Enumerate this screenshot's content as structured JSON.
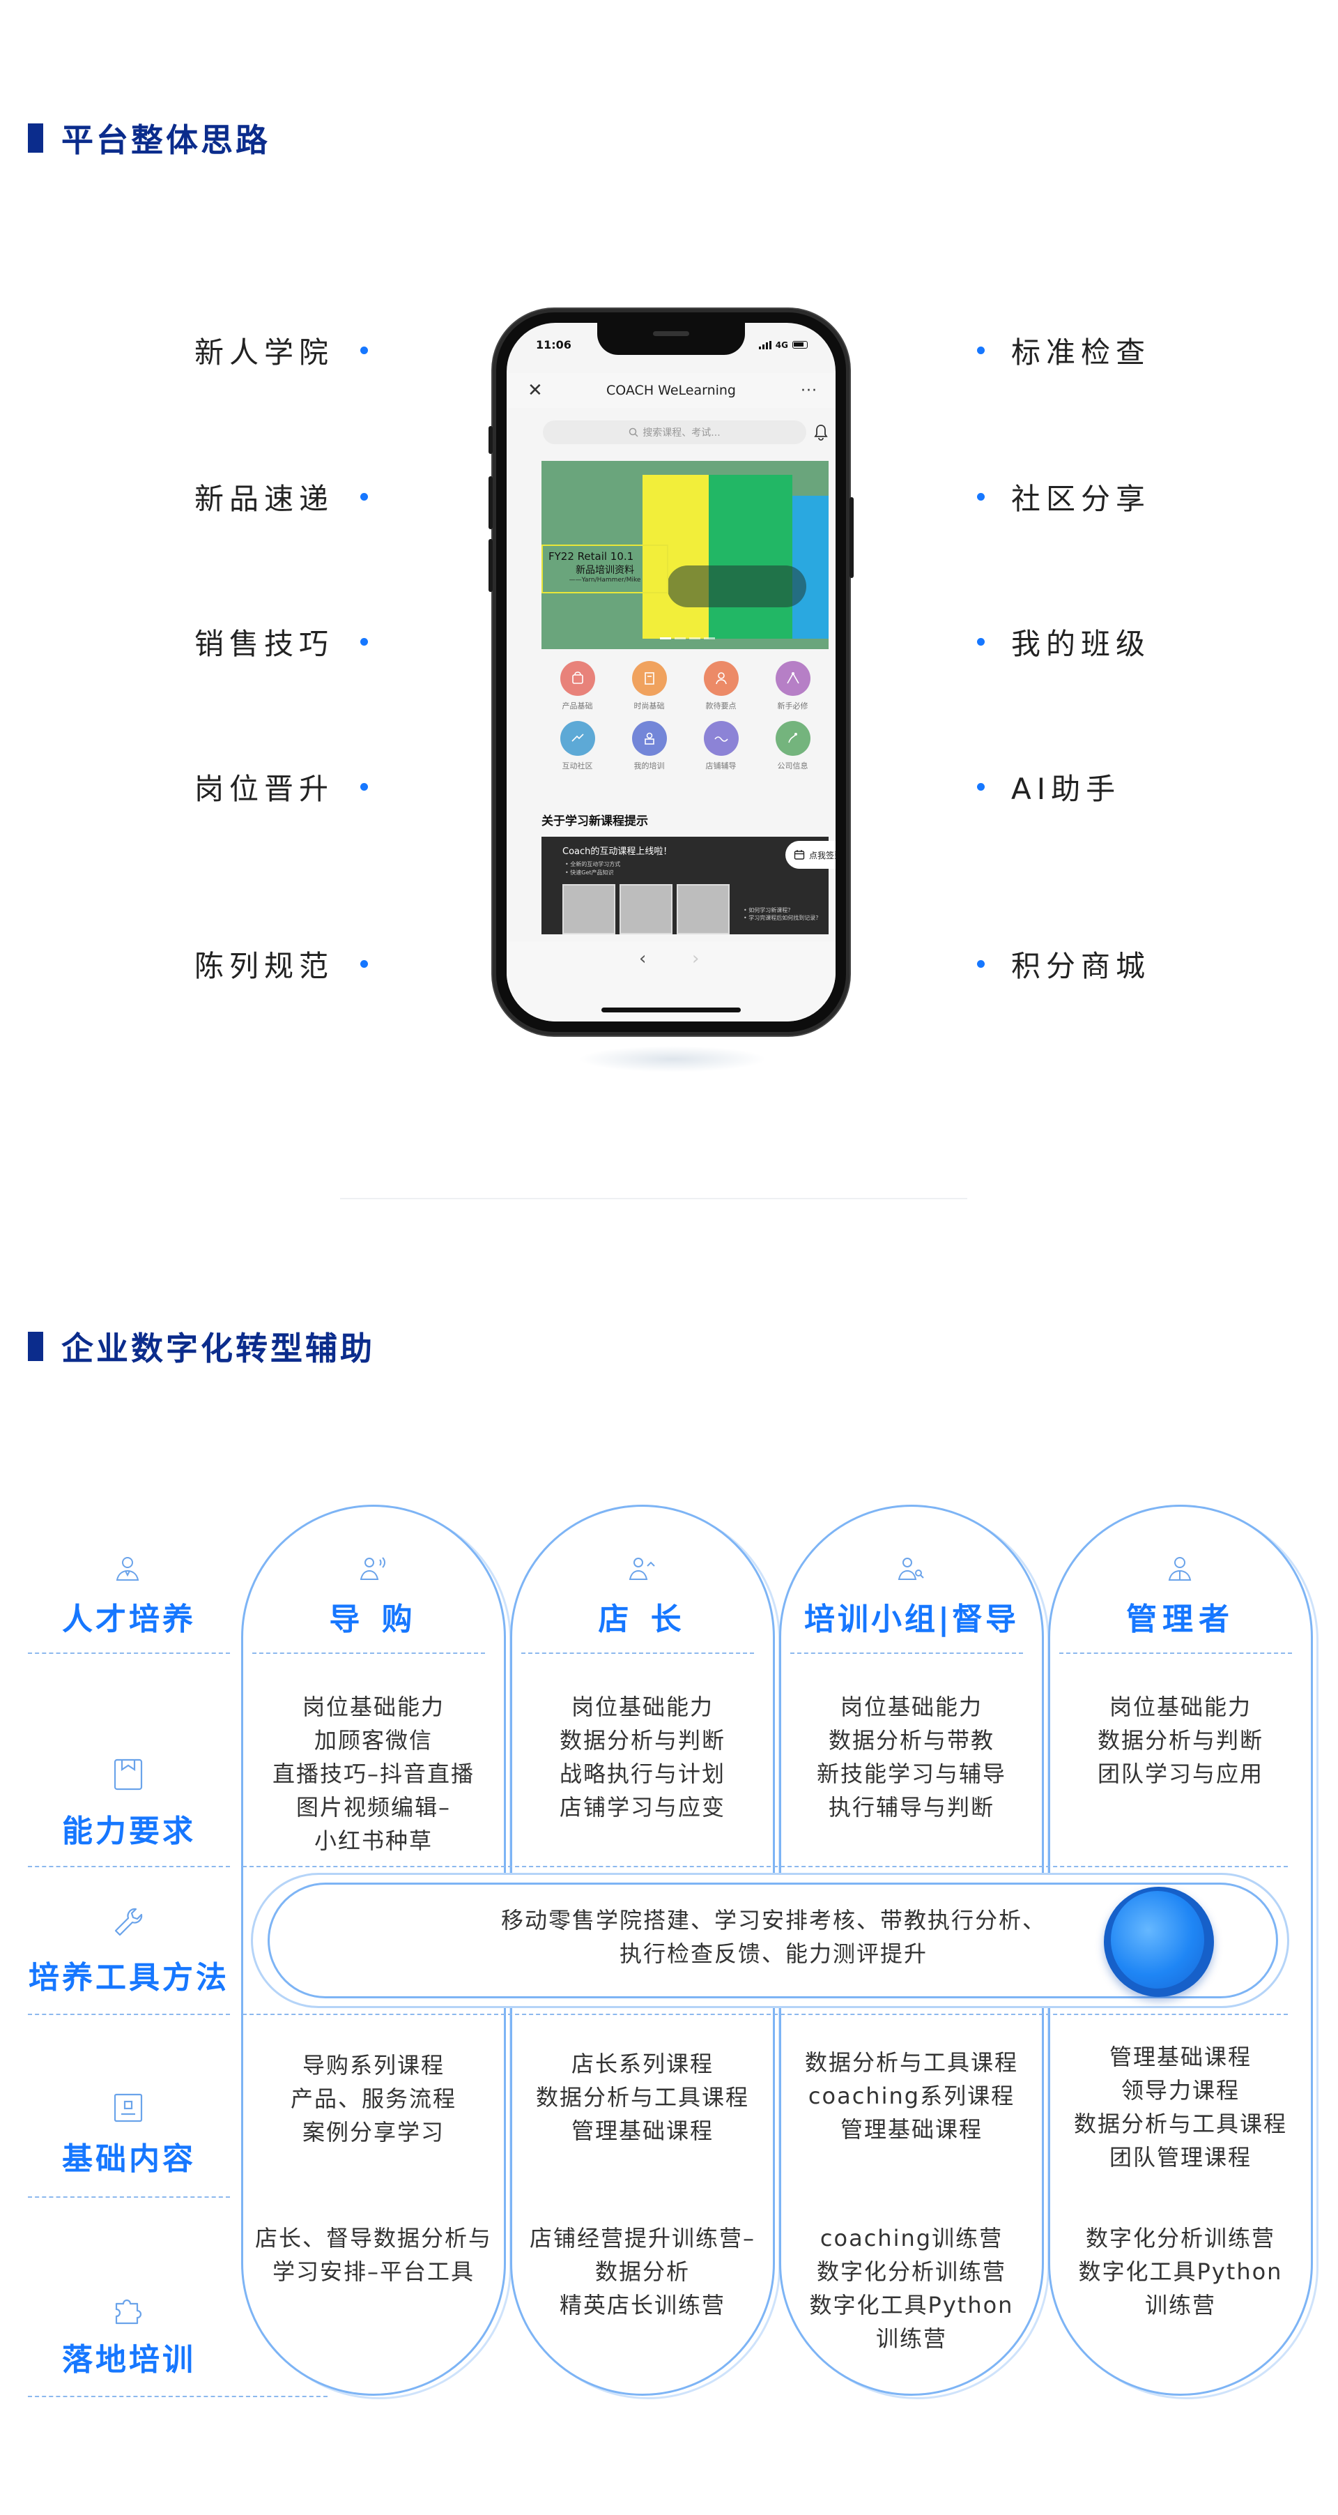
{
  "section1": {
    "title": "平台整体思路",
    "left_features": [
      "新人学院",
      "新品速递",
      "销售技巧",
      "岗位晋升",
      "陈列规范"
    ],
    "right_features": [
      "标准检查",
      "社区分享",
      "我的班级",
      "AI助手",
      "积分商城"
    ]
  },
  "phone": {
    "time": "11:06",
    "network": "4G",
    "app_title": "COACH WeLearning",
    "close_icon": "close-icon",
    "more_icon": "more-icon",
    "search_placeholder": "搜索课程、考试...",
    "banner_line1": "FY22 Retail 10.1",
    "banner_line2": "新品培训资料",
    "banner_line3": "——Yarn/Hammer/Mike",
    "grid_items": [
      {
        "label": "产品基础",
        "color": "#e8827a",
        "icon": "product-icon"
      },
      {
        "label": "时尚基础",
        "color": "#f0a25e",
        "icon": "fashion-icon"
      },
      {
        "label": "款待要点",
        "color": "#ec8a67",
        "icon": "hospitality-icon"
      },
      {
        "label": "新手必修",
        "color": "#b67fc6",
        "icon": "newbie-icon"
      },
      {
        "label": "互动社区",
        "color": "#5da9d6",
        "icon": "community-icon"
      },
      {
        "label": "我的培训",
        "color": "#7386d8",
        "icon": "training-icon"
      },
      {
        "label": "店铺辅导",
        "color": "#8c83d6",
        "icon": "coaching-icon"
      },
      {
        "label": "公司信息",
        "color": "#74b47d",
        "icon": "company-icon"
      }
    ],
    "notice_title": "关于学习新课程提示",
    "promo_title": "Coach的互动课程上线啦！",
    "promo_bullets": [
      "• 全新的互动学习方式",
      "• 快速Get产品知识"
    ],
    "promo_right": [
      "• 如何学习新课程？",
      "• 学习完课程后如何找到记录？"
    ],
    "checkin_label": "点我签到"
  },
  "section2": {
    "title": "企业数字化转型辅助",
    "row_labels": {
      "talent": "人才培养",
      "ability": "能力要求",
      "tools": "培养工具方法",
      "content": "基础内容",
      "landing": "落地培训"
    },
    "columns": [
      {
        "title": "导 购",
        "ability": [
          "岗位基础能力",
          "加顾客微信",
          "直播技巧–抖音直播",
          "图片视频编辑–",
          "小红书种草"
        ],
        "content": [
          "导购系列课程",
          "产品、服务流程",
          "案例分享学习"
        ],
        "landing": [
          "店长、督导数据分析与",
          "学习安排–平台工具"
        ]
      },
      {
        "title": "店 长",
        "ability": [
          "岗位基础能力",
          "数据分析与判断",
          "战略执行与计划",
          "店铺学习与应变"
        ],
        "content": [
          "店长系列课程",
          "数据分析与工具课程",
          "管理基础课程"
        ],
        "landing": [
          "店铺经营提升训练营–",
          "数据分析",
          "精英店长训练营"
        ]
      },
      {
        "title": "培训小组|督导",
        "ability": [
          "岗位基础能力",
          "数据分析与带教",
          "新技能学习与辅导",
          "执行辅导与判断"
        ],
        "content": [
          "数据分析与工具课程",
          "coaching系列课程",
          "管理基础课程"
        ],
        "landing": [
          "coaching训练营",
          "数字化分析训练营",
          "数字化工具Python",
          "训练营"
        ]
      },
      {
        "title": "管理者",
        "ability": [
          "岗位基础能力",
          "数据分析与判断",
          "团队学习与应用"
        ],
        "content": [
          "管理基础课程",
          "领导力课程",
          "数据分析与工具课程",
          "团队管理课程"
        ],
        "landing": [
          "数字化分析训练营",
          "数字化工具Python",
          "训练营"
        ]
      }
    ],
    "tools_text": [
      "移动零售学院搭建、学习安排考核、带教执行分析、",
      "执行检查反馈、能力测评提升"
    ]
  },
  "colors": {
    "heading_navy": "#0b2c8c",
    "accent_blue": "#1677ff",
    "pill_border": "#7db4f5"
  }
}
